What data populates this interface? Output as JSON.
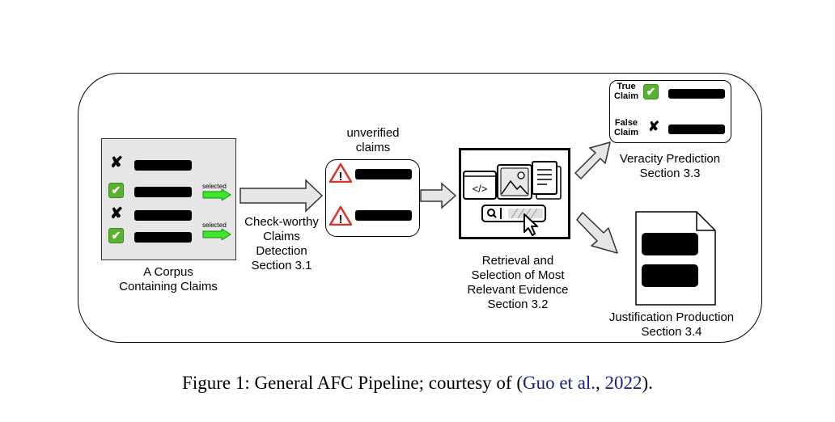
{
  "diagram": {
    "corpus": {
      "label_line1": "A Corpus",
      "label_line2": "Containing Claims",
      "selected_label_1": "selected",
      "selected_label_2": "selected",
      "x_mark": "✘",
      "check_mark": "✔"
    },
    "step1": {
      "line1": "Check-worthy",
      "line2": "Claims",
      "line3": "Detection",
      "line4": "Section 3.1"
    },
    "unverified": {
      "line1": "unverified",
      "line2": "claims",
      "warning_glyph": "!"
    },
    "step2": {
      "line1": "Retrieval and",
      "line2": "Selection of Most",
      "line3": "Relevant Evidence",
      "line4": "Section 3.2",
      "code_glyph": "</>"
    },
    "step3": {
      "true_line1": "True",
      "true_line2": "Claim",
      "false_line1": "False",
      "false_line2": "Claim",
      "x_mark": "✘",
      "check_mark": "✔",
      "line1": "Veracity Prediction",
      "line2": "Section 3.3"
    },
    "step4": {
      "line1": "Justification Production",
      "line2": "Section 3.4"
    }
  },
  "caption": {
    "prefix": "Figure 1: General AFC Pipeline; courtesy of (",
    "cite_author": "Guo et al.",
    "sep": ", ",
    "cite_year": "2022",
    "suffix": ")."
  },
  "colors": {
    "check_green": "#5ab030",
    "arrow_green": "#3ee62e",
    "warning_red": "#d9342b",
    "gray_box": "#e6e6e6",
    "cite_blue": "#1a237e"
  }
}
